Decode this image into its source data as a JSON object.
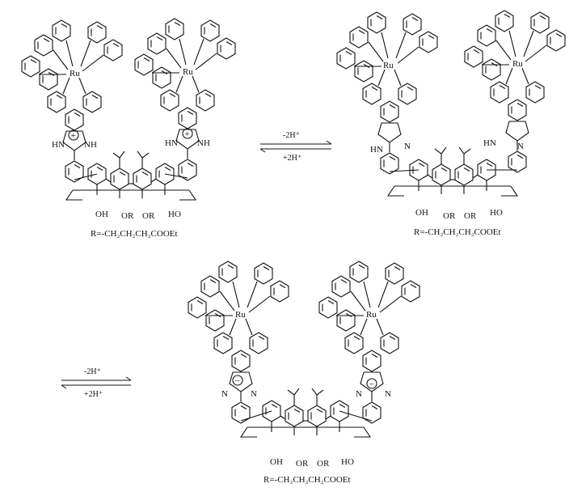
{
  "atoms": {
    "ru": "Ru",
    "n": "N",
    "hn": "HN",
    "nh": "NH",
    "oh": "OH",
    "ho": "HO",
    "or": "OR",
    "plus": "+",
    "minus": "−"
  },
  "steps": {
    "first": {
      "top": "-2H⁺",
      "bottom": "+2H⁺"
    },
    "second": {
      "top": "-2H⁺",
      "bottom": "+2H⁺"
    }
  },
  "captions": {
    "first": "R=-CH₂CH₂CH₂COOEt",
    "second": "R=-CH₂CH₂CH₂COOEt",
    "third": "R=-CH₂CH₂CH₂COOEt"
  }
}
